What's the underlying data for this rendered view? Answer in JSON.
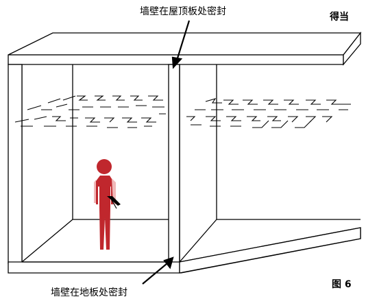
{
  "labels": {
    "top_callout": "墙壁在屋顶板处密封",
    "bottom_callout": "墙壁在地板处密封",
    "status": "得当",
    "figure": "图 6"
  },
  "colors": {
    "line": "#000000",
    "person": "#c0272d",
    "person_shadow": "#f0b8b8"
  },
  "icons": {
    "person": "person-with-spray-gun-icon"
  }
}
